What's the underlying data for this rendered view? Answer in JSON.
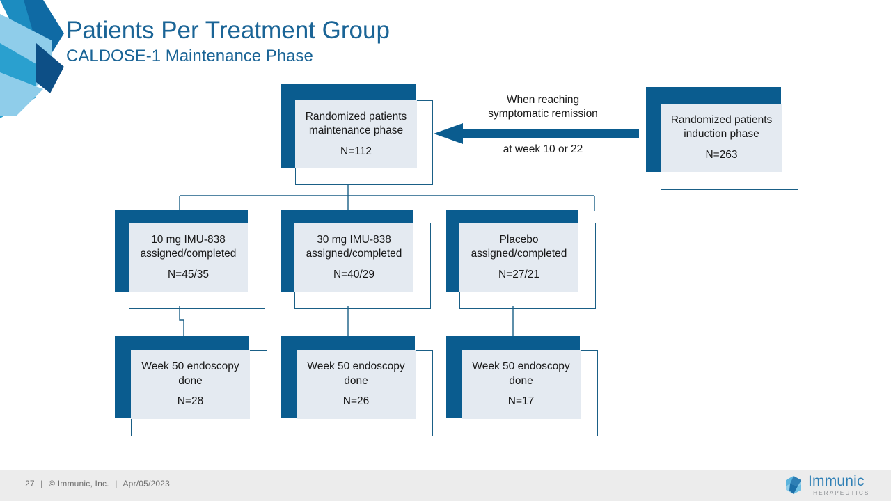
{
  "header": {
    "title": "Patients Per Treatment Group",
    "subtitle": "CALDOSE-1 Maintenance Phase",
    "title_color": "#1a6496"
  },
  "decoration": {
    "name": "corner-polygons",
    "colors": [
      "#8fcdea",
      "#1c8cc0",
      "#0f6aa4",
      "#0d4f86",
      "#2aa0cf"
    ]
  },
  "flow": {
    "arrow": {
      "direction": "left",
      "color": "#0a5c8f",
      "caption_top": "When reaching\nsymptomatic remission",
      "caption_top_line1": "When reaching",
      "caption_top_line2": "symptomatic remission",
      "caption_bottom": "at week 10 or 22"
    },
    "node_fill": "#e4eaf1",
    "node_shadow_color": "#0a5c8f",
    "node_border_color": "#1a5f86",
    "nodes": [
      {
        "id": "randomized-maintenance",
        "line1": "Randomized patients",
        "line2": "maintenance phase",
        "count": "N=112"
      },
      {
        "id": "randomized-induction",
        "line1": "Randomized patients",
        "line2": "induction phase",
        "count": "N=263"
      },
      {
        "id": "arm-imu838-10mg",
        "line1": "10 mg IMU-838",
        "line2": "assigned/completed",
        "count": "N=45/35"
      },
      {
        "id": "arm-imu838-30mg",
        "line1": "30 mg IMU-838",
        "line2": "assigned/completed",
        "count": "N=40/29"
      },
      {
        "id": "arm-placebo",
        "line1": "Placebo",
        "line2": "assigned/completed",
        "count": "N=27/21"
      },
      {
        "id": "endoscopy-10mg",
        "line1": "Week 50 endoscopy",
        "line2": "done",
        "count": "N=28"
      },
      {
        "id": "endoscopy-30mg",
        "line1": "Week 50 endoscopy",
        "line2": "done",
        "count": "N=26"
      },
      {
        "id": "endoscopy-placebo",
        "line1": "Week 50 endoscopy",
        "line2": "done",
        "count": "N=17"
      }
    ]
  },
  "footer": {
    "page_number": "27",
    "separator": "|",
    "copyright": "© Immunic, Inc.",
    "date": "Apr/05/2023",
    "brand_name": "Immunic",
    "brand_tagline": "THERAPEUTICS"
  }
}
